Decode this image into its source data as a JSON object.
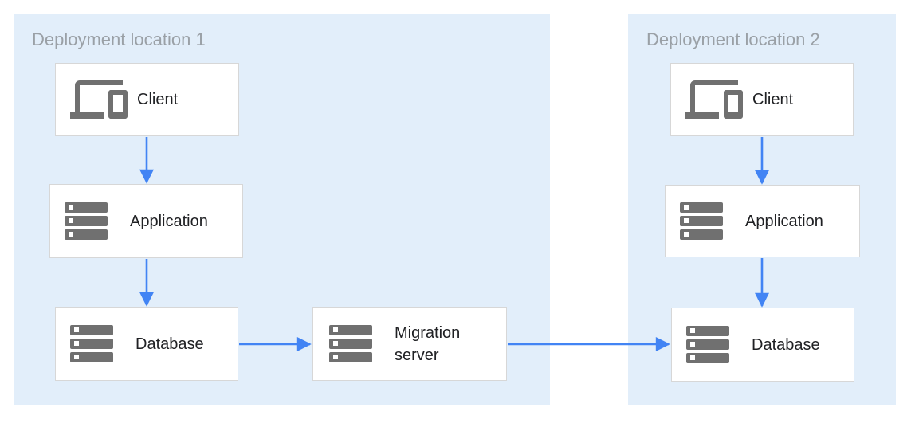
{
  "diagram_type": "architecture-flow",
  "colors": {
    "panel_fill": "#e2eefa",
    "node_fill": "#ffffff",
    "node_border": "#d7d7d7",
    "arrow": "#4284f4",
    "icon": "#707070",
    "panel_title": "#9aa0a6",
    "node_label": "#202124"
  },
  "panels": {
    "loc1": {
      "title": "Deployment location 1"
    },
    "loc2": {
      "title": "Deployment location 2"
    }
  },
  "nodes": {
    "client1": {
      "label": "Client",
      "icon": "devices-icon"
    },
    "app1": {
      "label": "Application",
      "icon": "server-icon"
    },
    "db1": {
      "label": "Database",
      "icon": "server-icon"
    },
    "migration": {
      "label": "Migration server",
      "icon": "server-icon"
    },
    "client2": {
      "label": "Client",
      "icon": "devices-icon"
    },
    "app2": {
      "label": "Application",
      "icon": "server-icon"
    },
    "db2": {
      "label": "Database",
      "icon": "server-icon"
    }
  },
  "edges": [
    {
      "from": "client1",
      "to": "app1"
    },
    {
      "from": "app1",
      "to": "db1"
    },
    {
      "from": "db1",
      "to": "migration"
    },
    {
      "from": "migration",
      "to": "db2"
    },
    {
      "from": "client2",
      "to": "app2"
    },
    {
      "from": "app2",
      "to": "db2"
    }
  ]
}
